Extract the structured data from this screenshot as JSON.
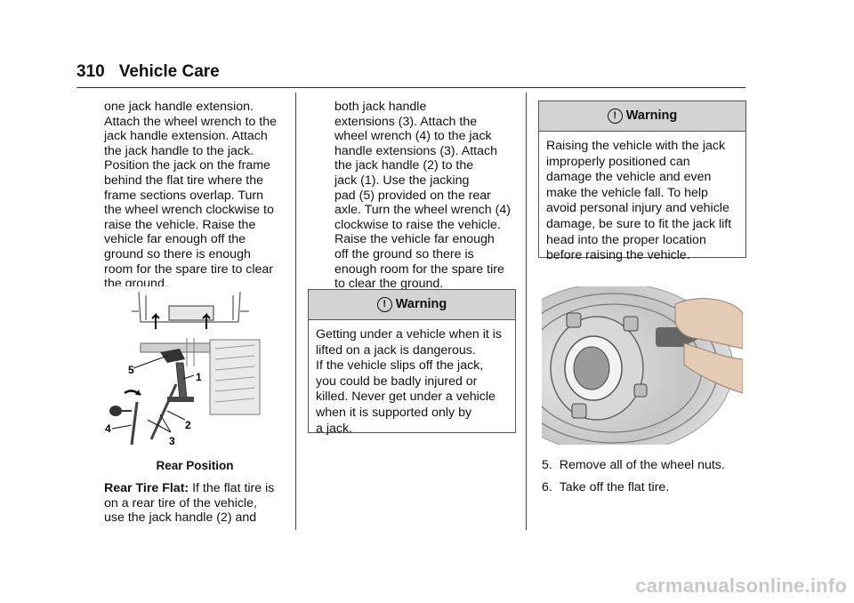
{
  "header": {
    "page_number": "310",
    "section": "Vehicle Care"
  },
  "col1": {
    "lines": [
      "one jack handle extension.",
      "Attach the wheel wrench to the",
      "jack handle extension. Attach",
      "the jack handle to the jack.",
      "Position the jack on the frame",
      "behind the flat tire where the",
      "frame sections overlap. Turn",
      "the wheel wrench clockwise to",
      "raise the vehicle. Raise the",
      "vehicle far enough off the",
      "ground so there is enough",
      "room for the spare tire to clear",
      "the ground."
    ],
    "figure": {
      "caption": "Rear Position",
      "callouts": [
        "1",
        "2",
        "3",
        "4",
        "5"
      ]
    },
    "rear_tire": {
      "label": "Rear Tire Flat:",
      "lines": [
        " If the flat tire is",
        "on a rear tire of the vehicle,",
        "use the jack handle (2) and"
      ]
    }
  },
  "col2": {
    "lines": [
      "both jack handle",
      "extensions (3). Attach the",
      "wheel wrench (4) to the jack",
      "handle extensions (3). Attach",
      "the jack handle (2) to the",
      "jack (1). Use the jacking",
      "pad (5) provided on the rear",
      "axle. Turn the wheel wrench (4)",
      "clockwise to raise the vehicle.",
      "Raise the vehicle far enough",
      "off the ground so there is",
      "enough room for the spare tire",
      "to clear the ground."
    ],
    "warning": {
      "title": "Warning",
      "icon": "warning-circle-icon",
      "lines": [
        "Getting under a vehicle when it is",
        "lifted on a jack is dangerous.",
        "If the vehicle slips off the jack,",
        "you could be badly injured or",
        "killed. Never get under a vehicle",
        "when it is supported only by",
        "a jack."
      ]
    }
  },
  "col3": {
    "warning": {
      "title": "Warning",
      "icon": "warning-circle-icon",
      "lines": [
        "Raising the vehicle with the jack",
        "improperly positioned can",
        "damage the vehicle and even",
        "make the vehicle fall. To help",
        "avoid personal injury and vehicle",
        "damage, be sure to fit the jack lift",
        "head into the proper location",
        "before raising the vehicle."
      ]
    },
    "steps": [
      "5.  Remove all of the wheel nuts.",
      "6.  Take off the flat tire."
    ]
  },
  "watermark": "carmanualsonline.info"
}
